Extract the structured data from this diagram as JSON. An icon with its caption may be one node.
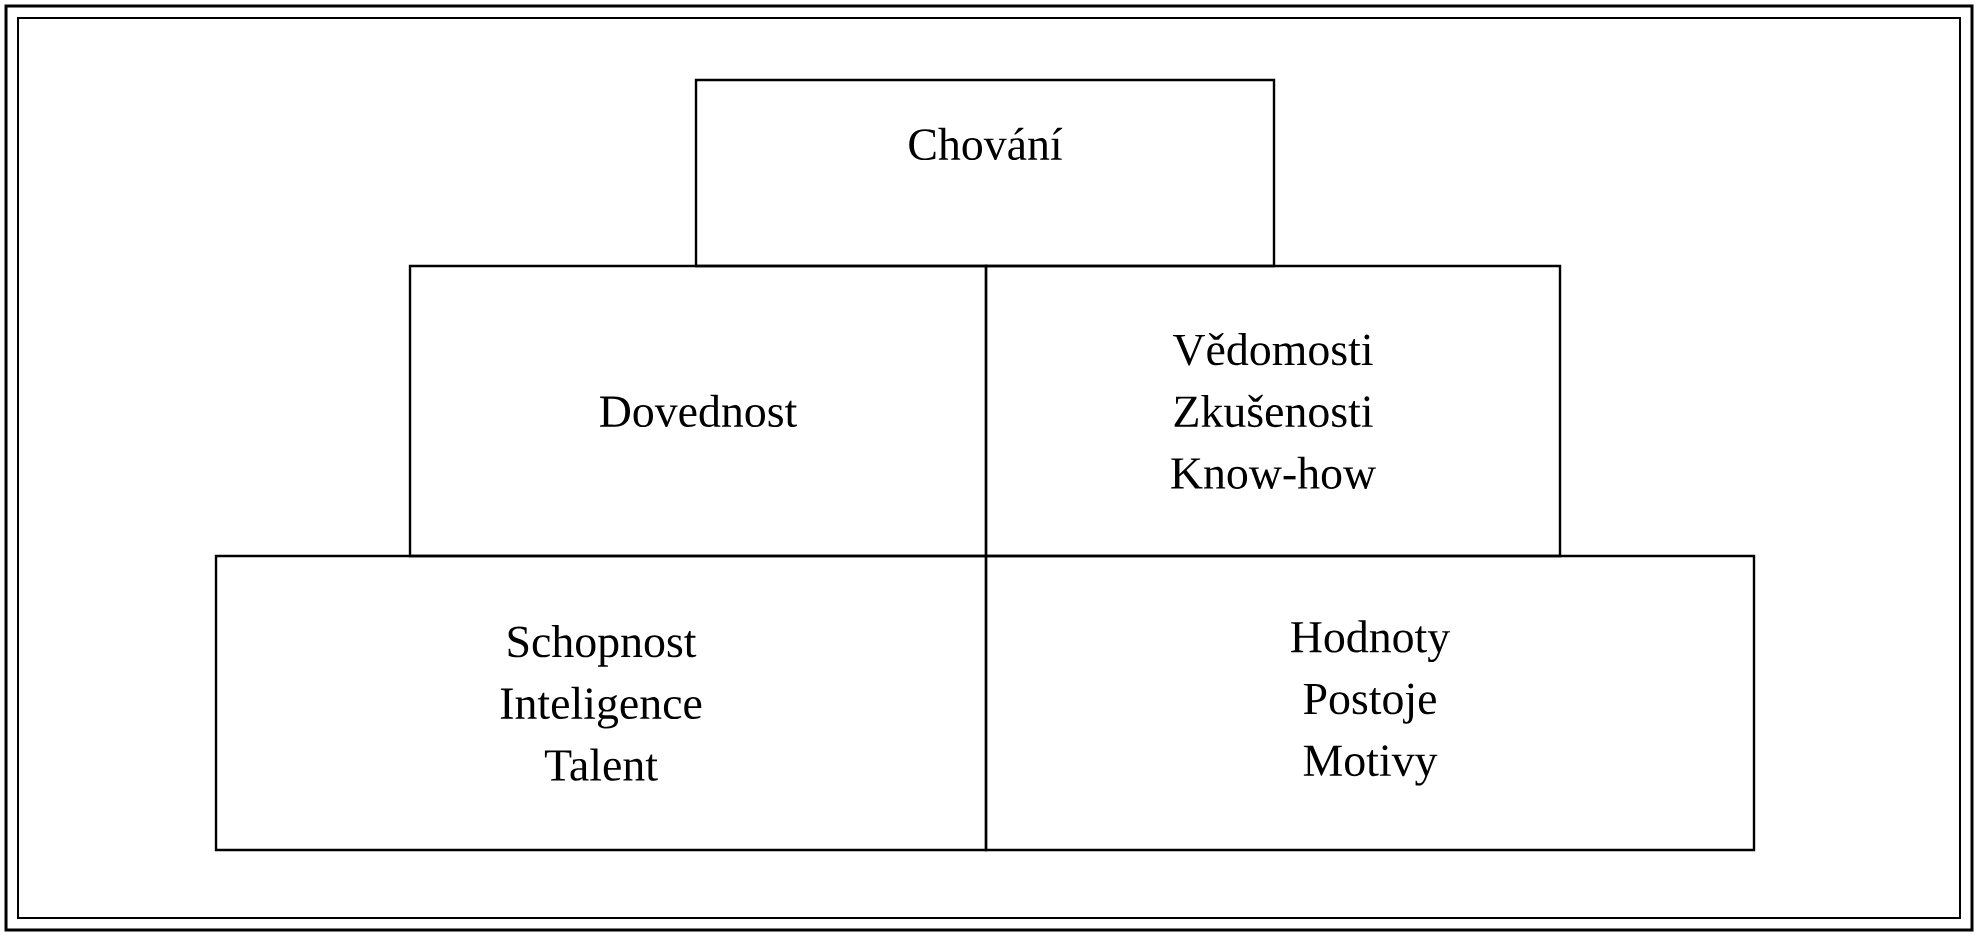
{
  "diagram": {
    "nodes": [
      {
        "text": [
          "Chování"
        ]
      },
      {
        "text": [
          "Dovednost"
        ]
      },
      {
        "text": [
          "Vědomosti",
          "Zkušenosti",
          "Know-how"
        ]
      },
      {
        "text": [
          "Schopnost",
          "Inteligence",
          "Talent"
        ]
      },
      {
        "text": [
          "Hodnoty",
          "Postoje",
          "Motivy"
        ]
      }
    ]
  }
}
